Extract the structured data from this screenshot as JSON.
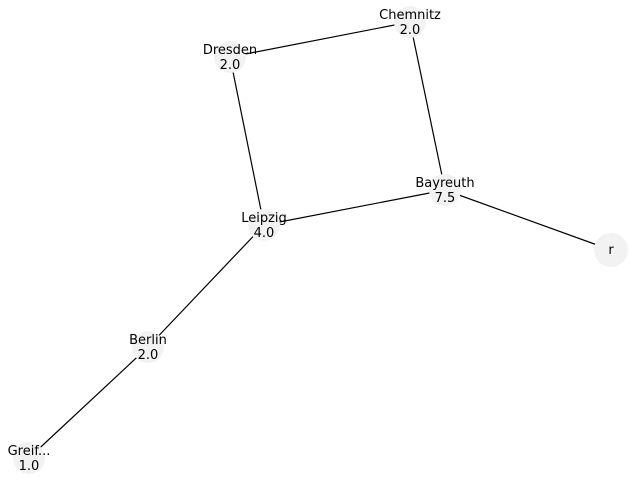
{
  "graph": {
    "nodes": [
      {
        "id": "chemnitz",
        "name": "Chemnitz",
        "value": "2.0"
      },
      {
        "id": "dresden",
        "name": "Dresden",
        "value": "2.0"
      },
      {
        "id": "bayreuth",
        "name": "Bayreuth",
        "value": "7.5"
      },
      {
        "id": "leipzig",
        "name": "Leipzig",
        "value": "4.0"
      },
      {
        "id": "r",
        "name": "r",
        "value": ""
      },
      {
        "id": "berlin",
        "name": "Berlin",
        "value": "2.0"
      },
      {
        "id": "greif",
        "name": "Greif...",
        "value": "1.0"
      }
    ],
    "edges": [
      {
        "source": "dresden",
        "target": "chemnitz"
      },
      {
        "source": "chemnitz",
        "target": "bayreuth"
      },
      {
        "source": "dresden",
        "target": "leipzig"
      },
      {
        "source": "leipzig",
        "target": "bayreuth"
      },
      {
        "source": "bayreuth",
        "target": "r"
      },
      {
        "source": "leipzig",
        "target": "berlin"
      },
      {
        "source": "berlin",
        "target": "greif"
      }
    ],
    "colors": {
      "node_fill": "#f2f2f2",
      "edge": "#000000",
      "text": "#000000"
    }
  }
}
